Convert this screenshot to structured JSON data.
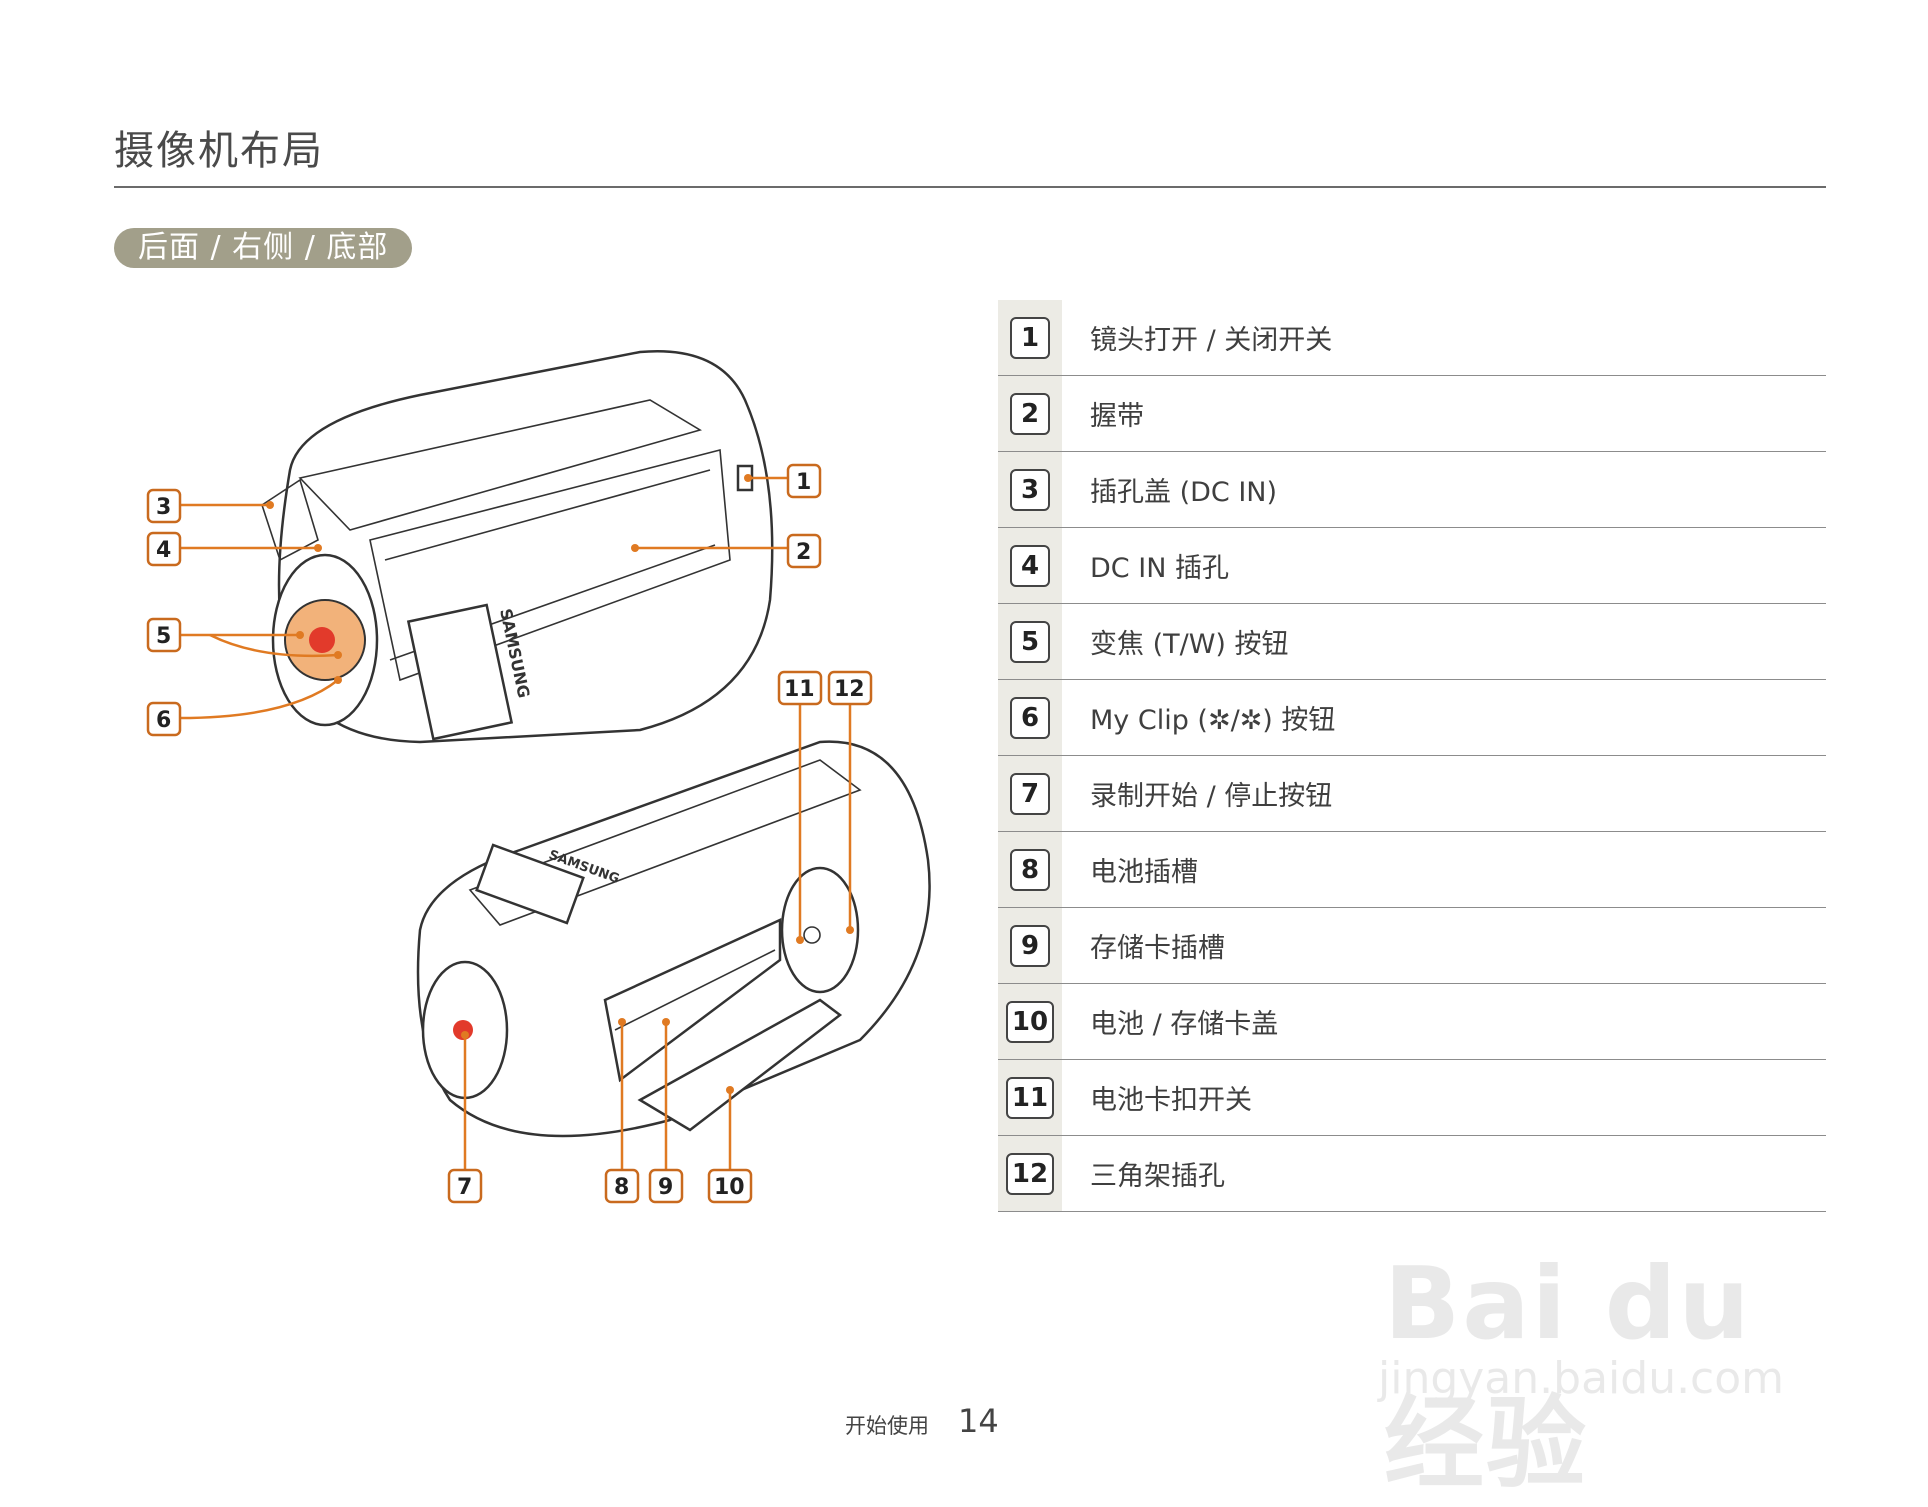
{
  "header": {
    "title": "摄像机布局",
    "section": "后面 / 右侧 / 底部"
  },
  "parts": [
    {
      "num": "1",
      "label": "镜头打开 / 关闭开关"
    },
    {
      "num": "2",
      "label": "握带"
    },
    {
      "num": "3",
      "label": "插孔盖  (DC IN)"
    },
    {
      "num": "4",
      "label": "DC IN  插孔"
    },
    {
      "num": "5",
      "label": "变焦  (T/W) 按钮"
    },
    {
      "num": "6",
      "label": "My Clip  (✲/✲) 按钮"
    },
    {
      "num": "7",
      "label": "录制开始 / 停止按钮"
    },
    {
      "num": "8",
      "label": "电池插槽"
    },
    {
      "num": "9",
      "label": "存储卡插槽"
    },
    {
      "num": "10",
      "label": "电池 / 存储卡盖"
    },
    {
      "num": "11",
      "label": "电池卡扣开关"
    },
    {
      "num": "12",
      "label": "三角架插孔"
    }
  ],
  "figure": {
    "brand": "SAMSUNG",
    "callouts_top": [
      "1",
      "2",
      "3",
      "4",
      "5",
      "6"
    ],
    "callouts_bottom": [
      "7",
      "8",
      "9",
      "10",
      "11",
      "12"
    ]
  },
  "footer": {
    "section": "开始使用",
    "page": "14"
  },
  "watermark": {
    "logo": "Bai du 经验",
    "url": "jingyan.baidu.com"
  }
}
